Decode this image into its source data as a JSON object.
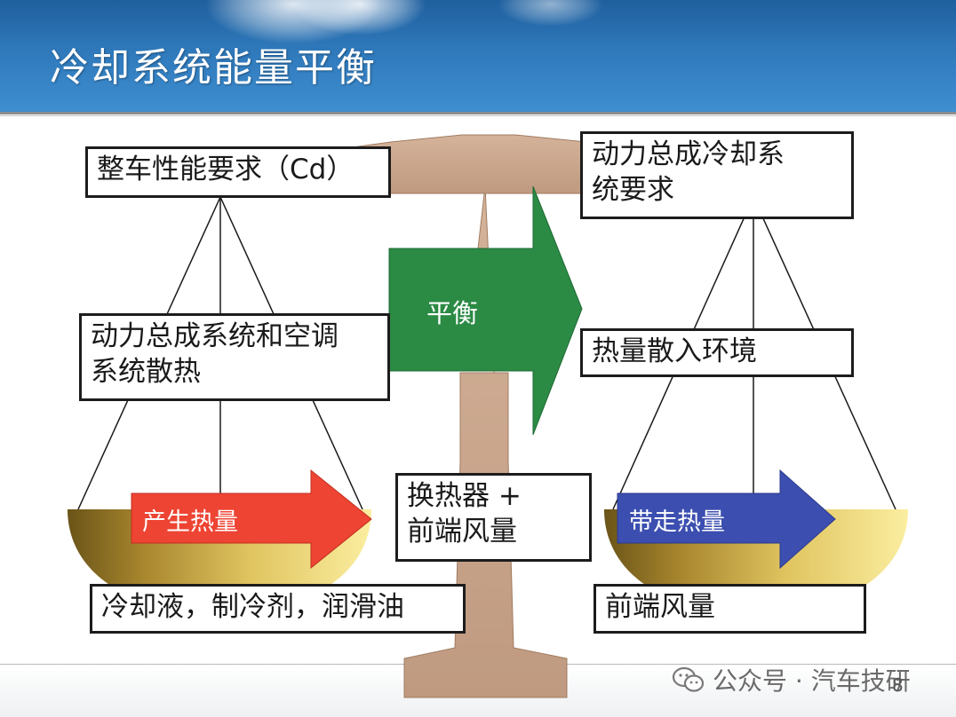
{
  "title": "冷却系统能量平衡",
  "colors": {
    "header_blue": "#2f79bb",
    "beam_tan": "#c9a68d",
    "balance_arrow_green": "#2b8a44",
    "heat_arrow_red": "#ee4433",
    "carry_arrow_blue": "#3c4fb0",
    "pan_gold": "#c8a53c"
  },
  "boxes": {
    "vehicle_requirement": "整车性能要求（Cd）",
    "powertrain_cooling_line1": "动力总成冷却系",
    "powertrain_cooling_line2": "统要求",
    "heat_dissipation_line1": "动力总成系统和空调",
    "heat_dissipation_line2": "系统散热",
    "heat_to_environment": "热量散入环境",
    "heat_exchanger_line1": "换热器 +",
    "heat_exchanger_line2": "前端风量",
    "fluids": "冷却液，制冷剂，润滑油",
    "front_airflow": "前端风量"
  },
  "arrows": {
    "balance": "平衡",
    "generate_heat": "产生热量",
    "carry_heat": "带走热量"
  },
  "icons": {
    "watermark_icon": "wechat-icon"
  },
  "footer": {
    "watermark": "公众号 · 汽车技研",
    "page_number": "8"
  }
}
